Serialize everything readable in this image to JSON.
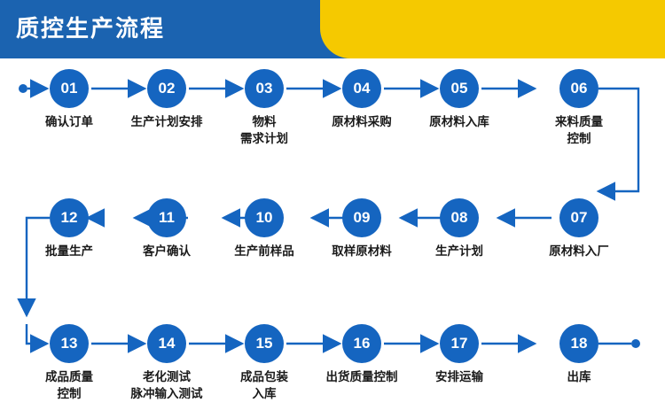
{
  "header": {
    "title": "质控生产流程",
    "banner_color": "#1b63b0",
    "accent_color": "#f5c900"
  },
  "theme": {
    "node_color": "#1565c0",
    "connector_color": "#1565c0",
    "label_color": "#1a1a1a",
    "background": "#ffffff"
  },
  "flow": {
    "rows": [
      {
        "direction": "left-to-right",
        "nodes": [
          {
            "number": "01",
            "label": "确认订单"
          },
          {
            "number": "02",
            "label": "生产计划安排"
          },
          {
            "number": "03",
            "label": "物料\n需求计划"
          },
          {
            "number": "04",
            "label": "原材料采购"
          },
          {
            "number": "05",
            "label": "原材料入库"
          },
          {
            "number": "06",
            "label": "来料质量\n控制"
          }
        ]
      },
      {
        "direction": "right-to-left",
        "nodes": [
          {
            "number": "12",
            "label": "批量生产"
          },
          {
            "number": "11",
            "label": "客户确认"
          },
          {
            "number": "10",
            "label": "生产前样品"
          },
          {
            "number": "09",
            "label": "取样原材料"
          },
          {
            "number": "08",
            "label": "生产计划"
          },
          {
            "number": "07",
            "label": "原材料入厂"
          }
        ]
      },
      {
        "direction": "left-to-right",
        "nodes": [
          {
            "number": "13",
            "label": "成品质量\n控制"
          },
          {
            "number": "14",
            "label": "老化测试\n脉冲输入测试"
          },
          {
            "number": "15",
            "label": "成品包装\n入库"
          },
          {
            "number": "16",
            "label": "出货质量控制"
          },
          {
            "number": "17",
            "label": "安排运输"
          },
          {
            "number": "18",
            "label": "出库"
          }
        ]
      }
    ]
  }
}
